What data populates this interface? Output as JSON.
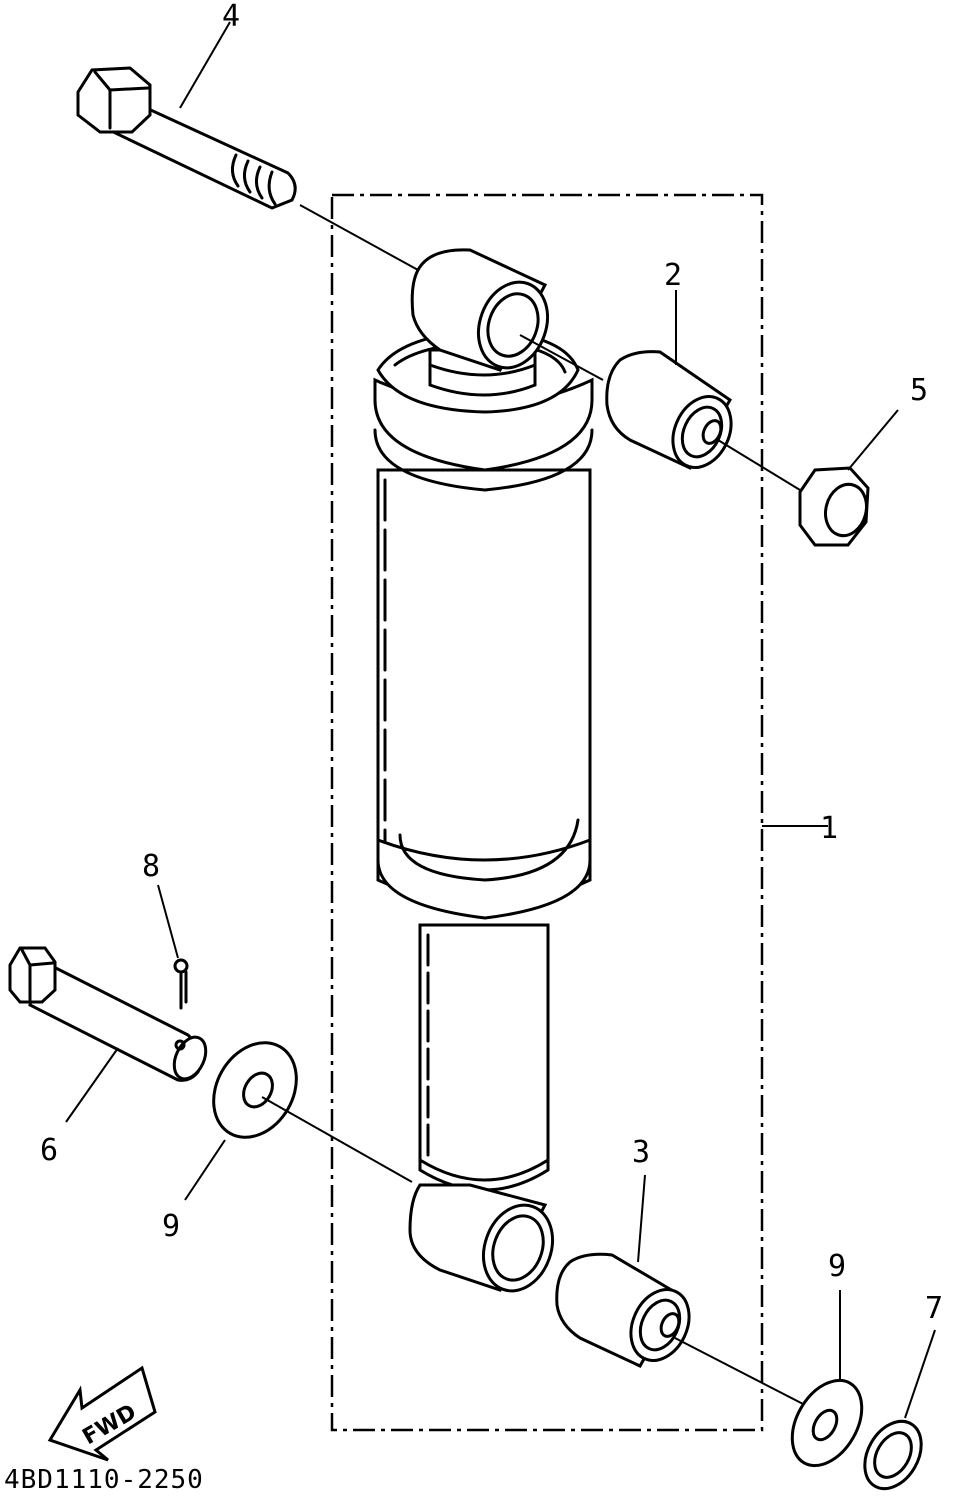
{
  "callouts": {
    "c1": "1",
    "c2": "2",
    "c3": "3",
    "c4": "4",
    "c5": "5",
    "c6": "6",
    "c7": "7",
    "c8": "8",
    "c9a": "9",
    "c9b": "9"
  },
  "fwd_label": "FWD",
  "diagram_code": "4BD1110-2250"
}
